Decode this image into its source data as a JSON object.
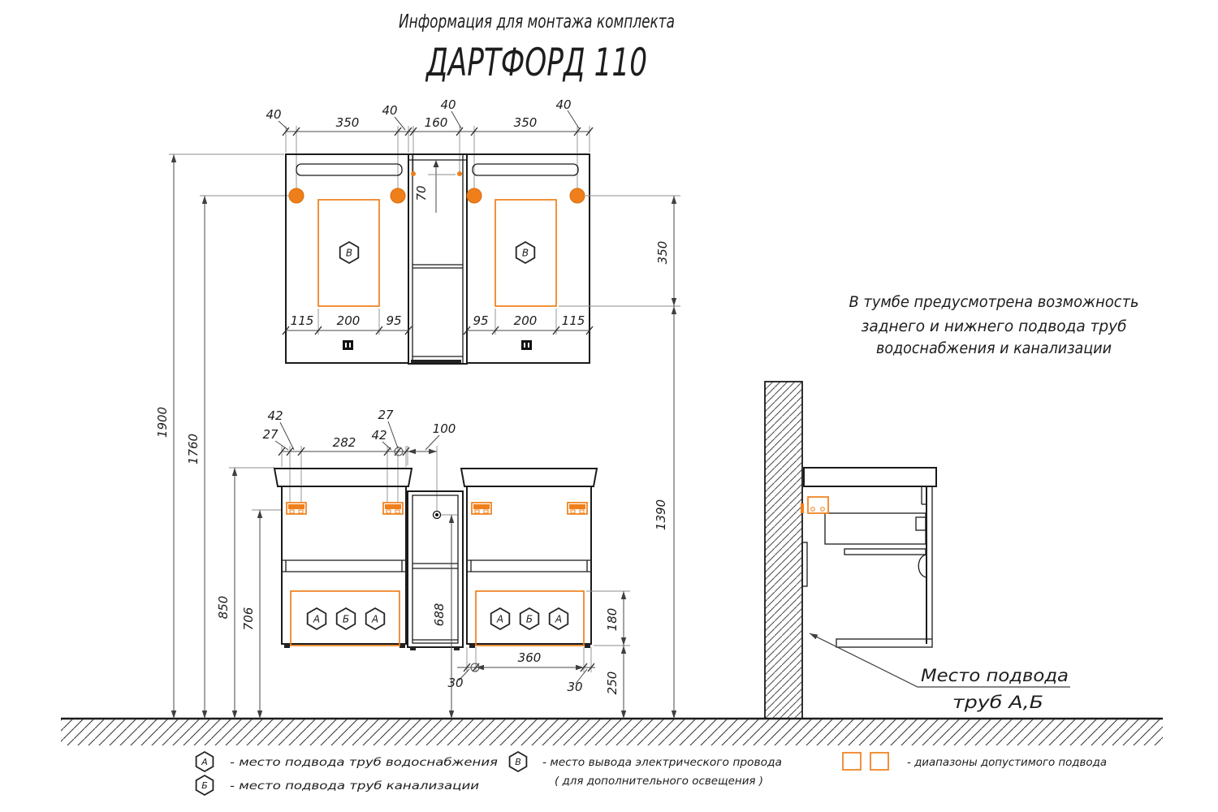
{
  "title": {
    "subtitle": "Информация для монтажа комплекта",
    "model": "ДАРТФОРД 110"
  },
  "note": {
    "line1": "В тумбе предусмотрена возможность",
    "line2": "заднего и нижнего подвода труб",
    "line3": "водоснабжения и канализации"
  },
  "callout": {
    "line1": "Место подвода",
    "line2": "труб А,Б"
  },
  "legend": {
    "a_symbol": "А",
    "a_text": "-  место подвода труб водоснабжения",
    "b_symbol": "Б",
    "b_text": "-  место подвода труб канализации",
    "v_symbol": "В",
    "v_text_line1": "-  место вывода электрического провода",
    "v_text_line2": "( для дополнительного освещения )",
    "ranges_text": "-  диапазоны допустимого подвода"
  },
  "symbols": {
    "a": "А",
    "b": "Б",
    "v": "В"
  },
  "dims": {
    "d40": "40",
    "d350": "350",
    "d160": "160",
    "d70": "70",
    "d115": "115",
    "d200": "200",
    "d95": "95",
    "d1900": "1900",
    "d1760": "1760",
    "d1390": "1390",
    "d850": "850",
    "d706": "706",
    "d688": "688",
    "d42": "42",
    "d27": "27",
    "d282": "282",
    "d100": "100",
    "d180": "180",
    "d360": "360",
    "d30": "30",
    "d250": "250"
  },
  "colors": {
    "accent": "#ef7f1a",
    "line": "#1b1b1b",
    "dim": "#4a4a4a"
  }
}
